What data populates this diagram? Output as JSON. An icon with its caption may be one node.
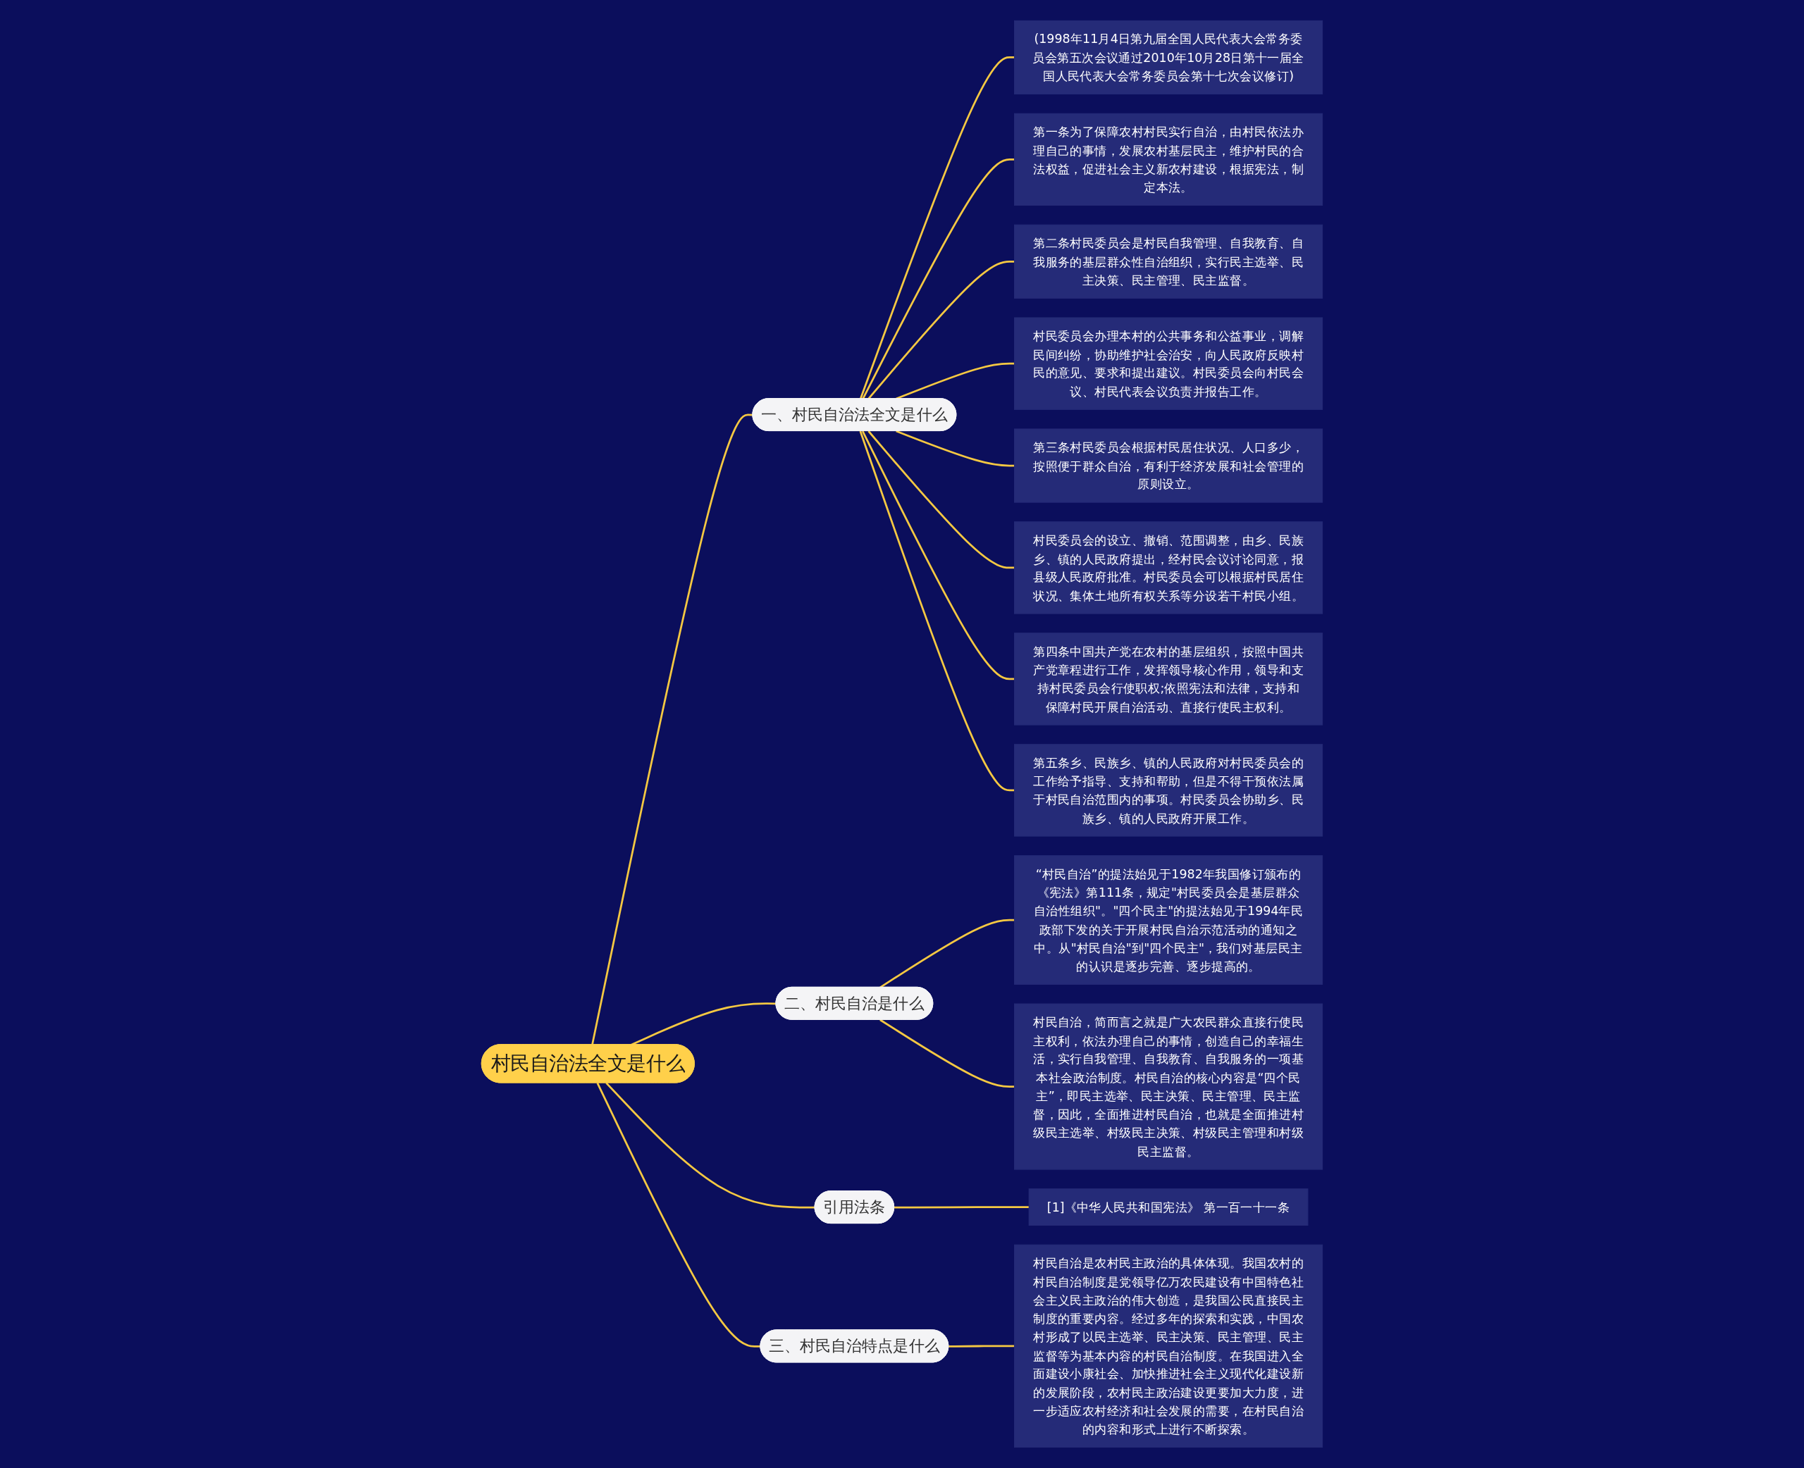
{
  "diagram": {
    "nodes": [
      {
        "text": [
          "村民自治法全文是什么"
        ]
      },
      {
        "text": [
          "一、村民自治法全文是什么"
        ]
      },
      {
        "text": [
          "(1998年11月4日第九届全国人民代表大会常务委员会第五次会议通过2010年10月28日第十一届全国人民代表大会常务委员会第十七次会议修订)"
        ]
      },
      {
        "text": [
          "第一条为了保障农村村民实行自治，由村民依法办理自己的事情，发展农村基层民主，维护村民的合法权益，促进社会主义新农村建设，根据宪法，制定本法。"
        ]
      },
      {
        "text": [
          "第二条村民委员会是村民自我管理、自我教育、自我服务的基层群众性自治组织，实行民主选举、民主决策、民主管理、民主监督。"
        ]
      },
      {
        "text": [
          "村民委员会办理本村的公共事务和公益事业，调解民间纠纷，协助维护社会治安，向人民政府反映村民的意见、要求和提出建议。村民委员会向村民会议、村民代表会议负责并报告工作。"
        ]
      },
      {
        "text": [
          "第三条村民委员会根据村民居住状况、人口多少，按照便于群众自治，有利于经济发展和社会管理的原则设立。"
        ]
      },
      {
        "text": [
          "村民委员会的设立、撤销、范围调整，由乡、民族乡、镇的人民政府提出，经村民会议讨论同意，报县级人民政府批准。村民委员会可以根据村民居住状况、集体土地所有权关系等分设若干村民小组。"
        ]
      },
      {
        "text": [
          "第四条中国共产党在农村的基层组织，按照中国共产党章程进行工作，发挥领导核心作用，领导和支持村民委员会行使职权;依照宪法和法律，支持和保障村民开展自治活动、直接行使民主权利。"
        ]
      },
      {
        "text": [
          "第五条乡、民族乡、镇的人民政府对村民委员会的工作给予指导、支持和帮助，但是不得干预依法属于村民自治范围内的事项。村民委员会协助乡、民族乡、镇的人民政府开展工作。"
        ]
      },
      {
        "text": [
          "二、村民自治是什么"
        ]
      },
      {
        "text": [
          "“村民自治”的提法始见于1982年我国修订颁布的《宪法》第111条，规定\"村民委员会是基层群众自治性组织\"。\"四个民主\"的提法始见于1994年民政部下发的关于开展村民自治示范活动的通知之中。从\"村民自治\"到\"四个民主\"，我们对基层民主的认识是逐步完善、逐步提高的。"
        ]
      },
      {
        "text": [
          "村民自治，简而言之就是广大农民群众直接行使民主权利，依法办理自己的事情，创造自己的幸福生活，实行自我管理、自我教育、自我服务的一项基本社会政治制度。村民自治的核心内容是“四个民主”，即民主选举、民主决策、民主管理、民主监督，因此，全面推进村民自治，也就是全面推进村级民主选举、村级民主决策、村级民主管理和村级民主监督。"
        ]
      },
      {
        "text": [
          "引用法条"
        ]
      },
      {
        "text": [
          "[1]《中华人民共和国宪法》 第一百一十一条"
        ]
      },
      {
        "text": [
          "三、村民自治特点是什么"
        ]
      },
      {
        "text": [
          "村民自治是农村民主政治的具体体现。我国农村的村民自治制度是党领导亿万农民建设有中国特色社会主义民主政治的伟大创造，是我国公民直接民主制度的重要内容。经过多年的探索和实践，中国农村形成了以民主选举、民主决策、民主管理、民主监督等为基本内容的村民自治制度。在我国进入全面建设小康社会、加快推进社会主义现代化建设新的发展阶段，农村民主政治建设更要加大力度，进一步适应农村经济和社会发展的需要，在村民自治的内容和形式上进行不断探索。"
        ]
      }
    ],
    "edges": [
      {
        "from": 0,
        "to": 1,
        "arrow": "none"
      },
      {
        "from": 1,
        "to": 2,
        "arrow": "none"
      },
      {
        "from": 1,
        "to": 3,
        "arrow": "none"
      },
      {
        "from": 1,
        "to": 4,
        "arrow": "none"
      },
      {
        "from": 1,
        "to": 5,
        "arrow": "none"
      },
      {
        "from": 1,
        "to": 6,
        "arrow": "none"
      },
      {
        "from": 1,
        "to": 7,
        "arrow": "none"
      },
      {
        "from": 1,
        "to": 8,
        "arrow": "none"
      },
      {
        "from": 1,
        "to": 9,
        "arrow": "none"
      },
      {
        "from": 0,
        "to": 10,
        "arrow": "none"
      },
      {
        "from": 10,
        "to": 11,
        "arrow": "none"
      },
      {
        "from": 10,
        "to": 12,
        "arrow": "none"
      },
      {
        "from": 0,
        "to": 13,
        "arrow": "none"
      },
      {
        "from": 13,
        "to": 14,
        "arrow": "none"
      },
      {
        "from": 0,
        "to": 15,
        "arrow": "none"
      },
      {
        "from": 15,
        "to": 16,
        "arrow": "none"
      }
    ]
  }
}
